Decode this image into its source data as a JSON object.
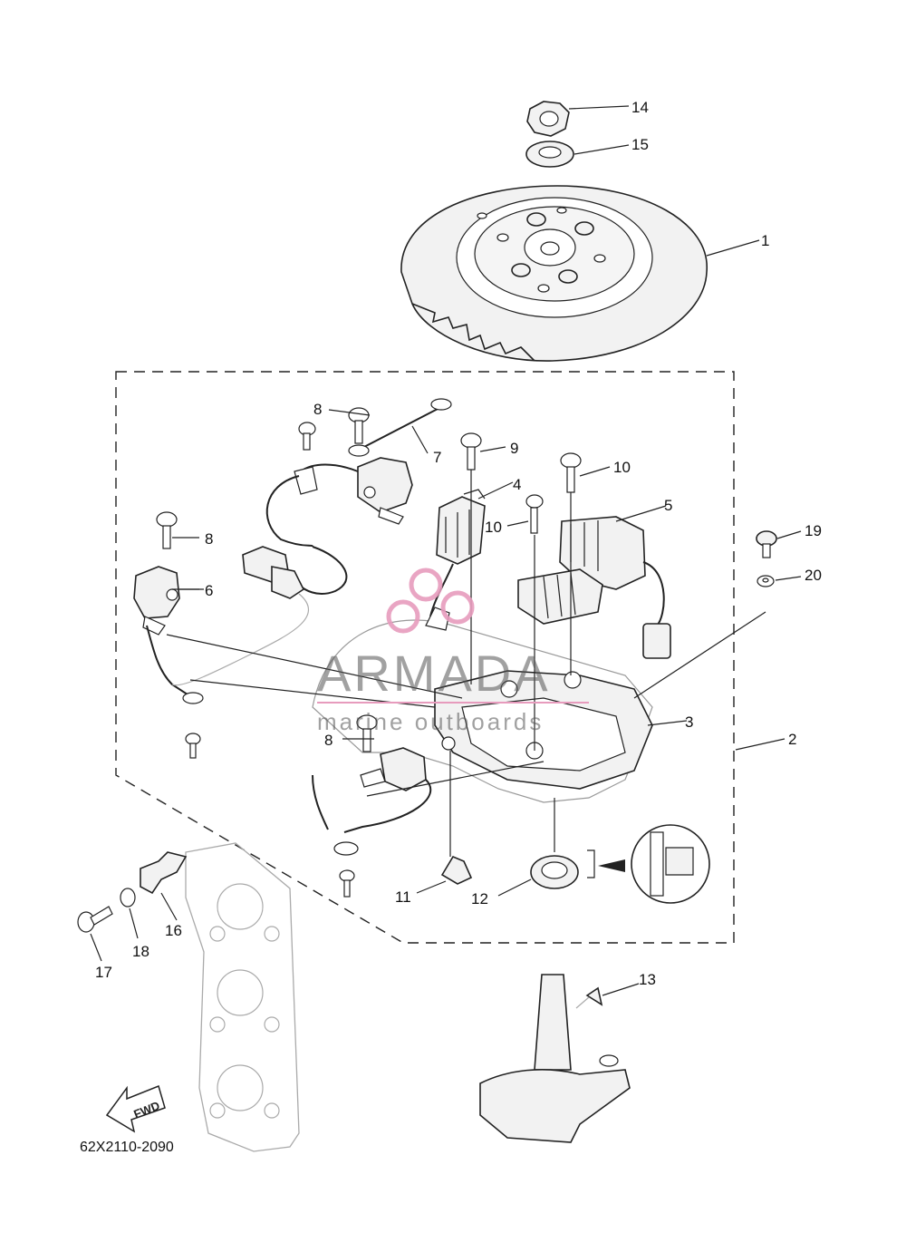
{
  "diagram_code": "62X2110-2090",
  "fwd_label": "FWD",
  "watermark": {
    "brand": "ARMADA",
    "tagline": "marine outboards",
    "accent": "#e79bbd"
  },
  "part_labels": [
    {
      "id": "p14",
      "text": "14"
    },
    {
      "id": "p15",
      "text": "15"
    },
    {
      "id": "p1",
      "text": "1"
    },
    {
      "id": "p8a",
      "text": "8"
    },
    {
      "id": "p7",
      "text": "7"
    },
    {
      "id": "p9",
      "text": "9"
    },
    {
      "id": "p10a",
      "text": "10"
    },
    {
      "id": "p4",
      "text": "4"
    },
    {
      "id": "p10b",
      "text": "10"
    },
    {
      "id": "p5",
      "text": "5"
    },
    {
      "id": "p8b",
      "text": "8"
    },
    {
      "id": "p6",
      "text": "6"
    },
    {
      "id": "p19",
      "text": "19"
    },
    {
      "id": "p20",
      "text": "20"
    },
    {
      "id": "p3",
      "text": "3"
    },
    {
      "id": "p2",
      "text": "2"
    },
    {
      "id": "p8c",
      "text": "8"
    },
    {
      "id": "p11",
      "text": "11"
    },
    {
      "id": "p12",
      "text": "12"
    },
    {
      "id": "p16",
      "text": "16"
    },
    {
      "id": "p18",
      "text": "18"
    },
    {
      "id": "p17",
      "text": "17"
    },
    {
      "id": "p13",
      "text": "13"
    }
  ]
}
